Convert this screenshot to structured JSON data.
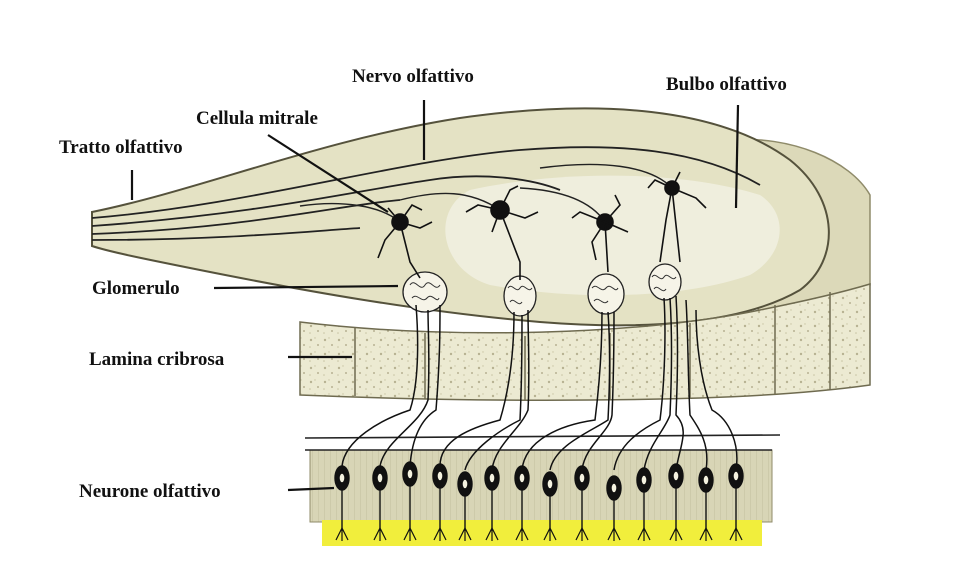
{
  "labels": {
    "tratto": "Tratto olfattivo",
    "nervo": "Nervo olfattivo",
    "bulbo": "Bulbo olfattivo",
    "cellula": "Cellula mitrale",
    "glomerulo": "Glomerulo",
    "lamina": "Lamina cribrosa",
    "neurone": "Neurone olfattivo"
  },
  "colors": {
    "bulb_fill": "#e4e2c4",
    "bulb_inner": "#eeede0",
    "bone_fill": "#ecead2",
    "epithelium": "#d6d3b2",
    "mucus": "#f1ee3c",
    "ink": "#111111"
  }
}
